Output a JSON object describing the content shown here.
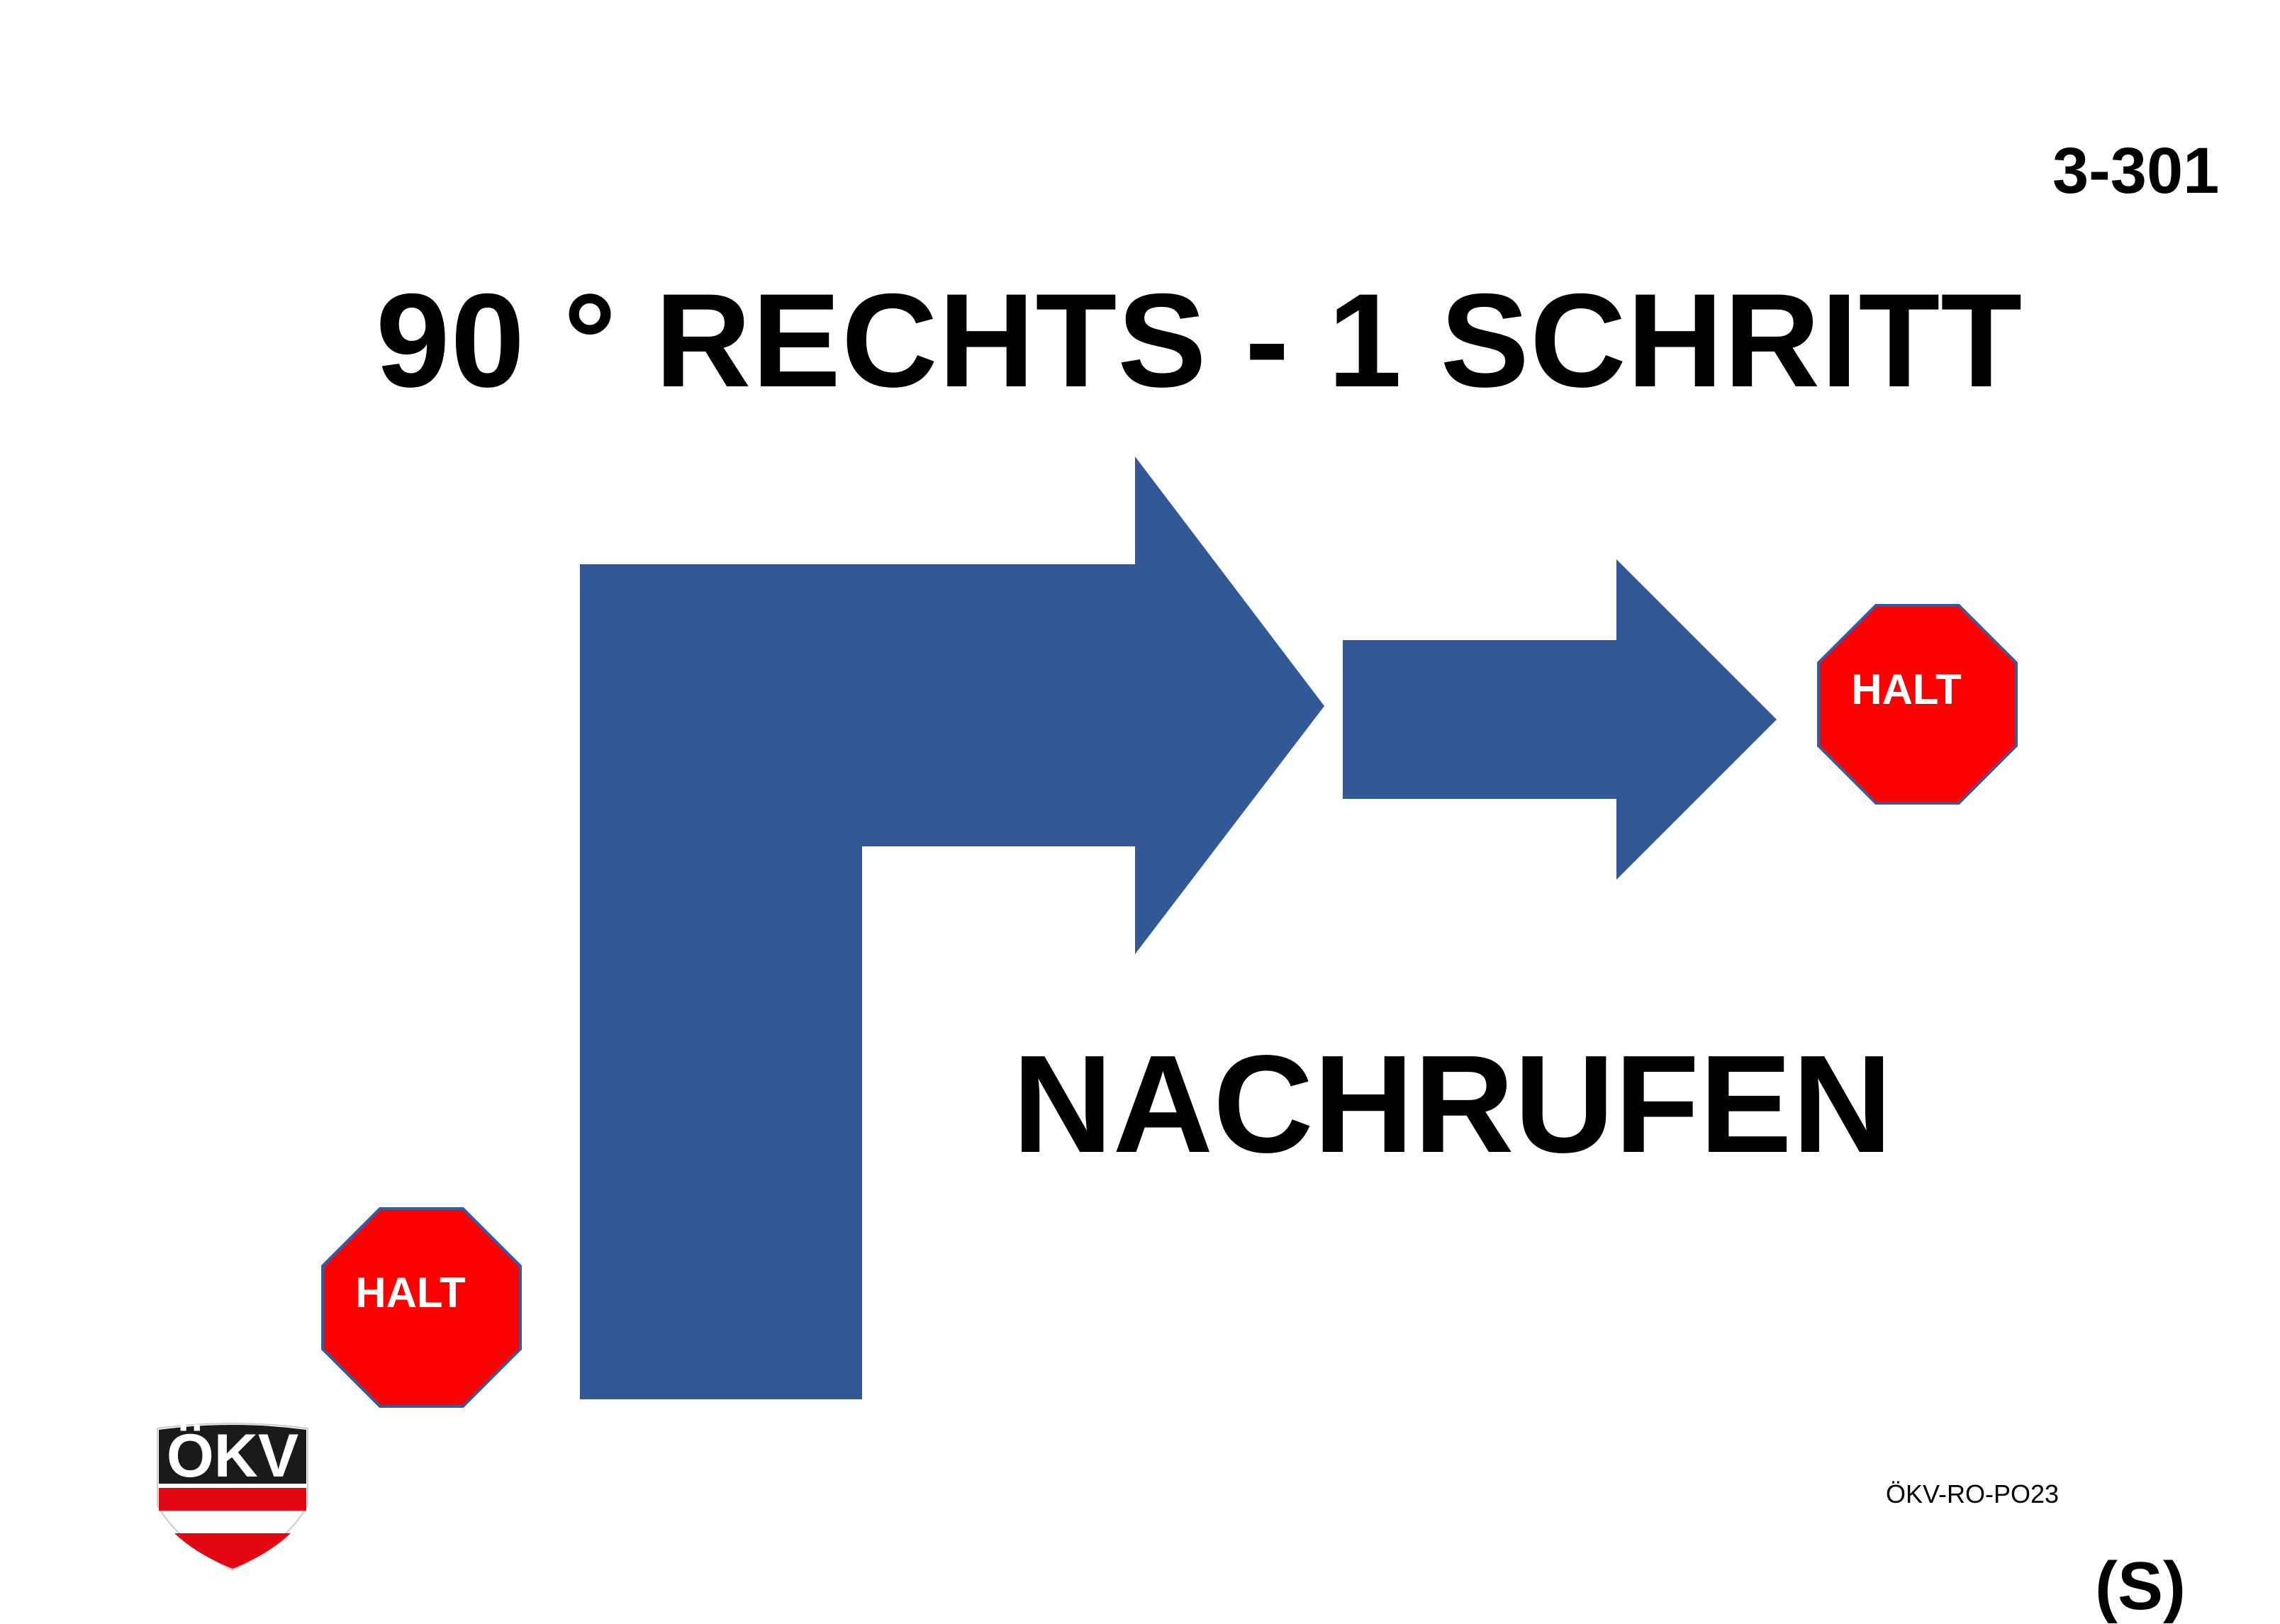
{
  "sign": {
    "number": "3-301",
    "title": "90 ° RECHTS - 1 SCHRITT",
    "instruction": "NACHRUFEN",
    "doc_code": "ÖKV-RO-PO23",
    "category": "(S)"
  },
  "halt_signs": [
    {
      "label": "HALT"
    },
    {
      "label": "HALT"
    }
  ],
  "logo": {
    "text": "ÖKV"
  },
  "colors": {
    "arrow": "#325895",
    "stop_sign": "#ff0000",
    "stop_sign_border": "#3a5aa0",
    "logo_red": "#e30613",
    "text": "#000000"
  },
  "icons": {
    "turn_arrow": "turn-right-arrow-icon",
    "step_arrow": "right-arrow-icon",
    "halt": "stop-sign-icon",
    "logo": "okv-shield-logo"
  }
}
